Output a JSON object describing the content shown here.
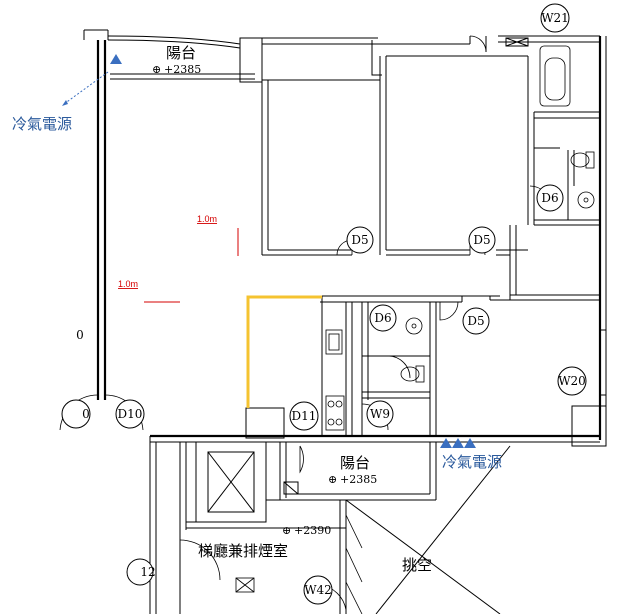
{
  "rooms": {
    "balcony_top": "陽台",
    "balcony_bottom": "陽台",
    "elevator_hall": "梯廳兼排煙室",
    "void": "挑空"
  },
  "elevations": {
    "balcony_top": "+2385",
    "balcony_bottom": "+2385",
    "elevator_hall": "+2390"
  },
  "tags": {
    "w21": "W21",
    "d6_right": "D6",
    "d5_a": "D5",
    "d5_b": "D5",
    "d5_c": "D5",
    "d6_mid": "D6",
    "w20": "W20",
    "w9": "W9",
    "d11": "D11",
    "d10": "D10",
    "d_left_cut": "0",
    "w42": "W42",
    "n12": "12"
  },
  "dimensions": {
    "upper": "1.0m",
    "lower": "1.0m"
  },
  "power": {
    "top_left": "冷氣電源",
    "mid_right": "冷氣電源"
  },
  "colors": {
    "highlight": "#f5c330",
    "dimension": "#d40000",
    "power_text": "#2b5a9c",
    "power_mark": "#3a6fc0"
  }
}
